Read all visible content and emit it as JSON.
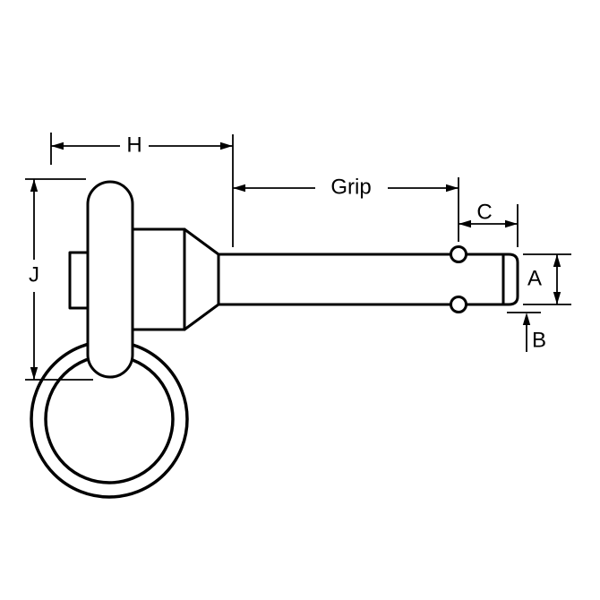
{
  "diagram": {
    "labels": {
      "h": "H",
      "grip": "Grip",
      "c": "C",
      "a": "A",
      "b": "B",
      "j": "J"
    },
    "colors": {
      "line": "#000000",
      "background": "#ffffff"
    }
  }
}
